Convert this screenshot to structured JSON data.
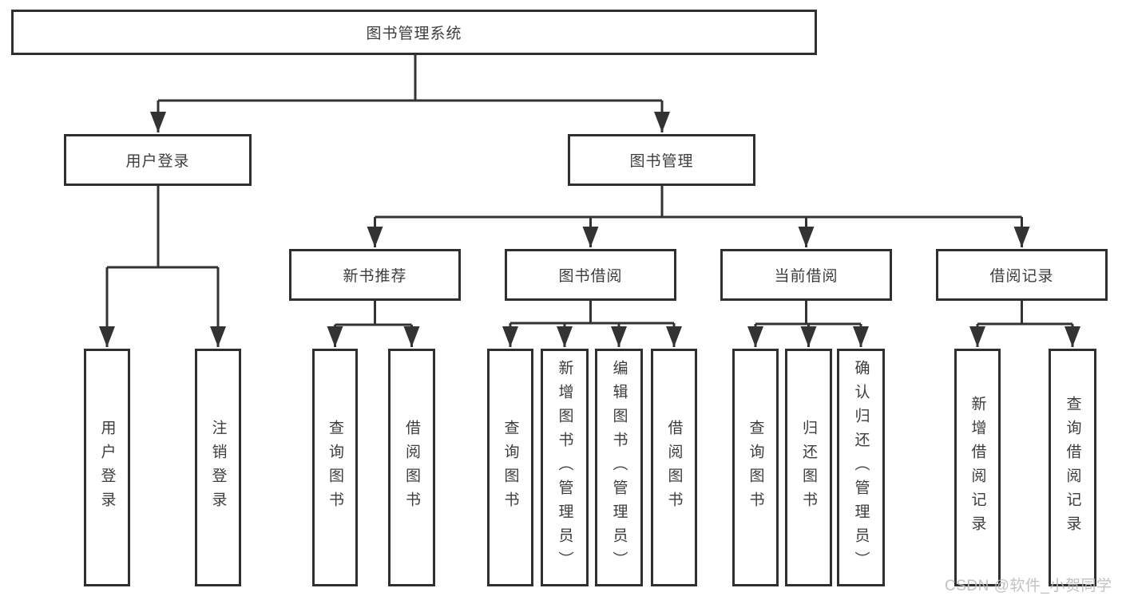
{
  "tree": {
    "root": "图书管理系统",
    "level2": [
      {
        "label": "用户登录",
        "children": [
          "用户登录",
          "注销登录"
        ]
      },
      {
        "label": "图书管理",
        "sections": [
          {
            "label": "新书推荐",
            "children": [
              "查询图书",
              "借阅图书"
            ]
          },
          {
            "label": "图书借阅",
            "children": [
              "查询图书",
              "新增图书（管理员）",
              "编辑图书（管理员）",
              "借阅图书"
            ]
          },
          {
            "label": "当前借阅",
            "children": [
              "查询图书",
              "归还图书",
              "确认归还（管理员）"
            ]
          },
          {
            "label": "借阅记录",
            "children": [
              "新增借阅记录",
              "查询借阅记录"
            ]
          }
        ]
      }
    ]
  },
  "colors": {
    "line": "#333333",
    "border": "#2f2f2f",
    "text": "#3d3d3d",
    "background": "#ffffff",
    "watermark": "#bcbcbc"
  },
  "watermark": "CSDN @软件_小贺同学"
}
